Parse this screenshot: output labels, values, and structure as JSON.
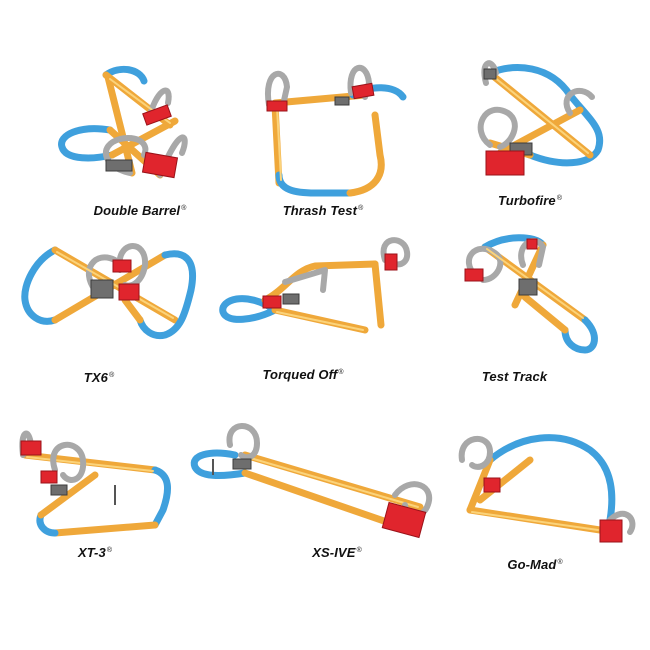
{
  "track_sets": [
    {
      "name": "Double Barrel",
      "mark": "®"
    },
    {
      "name": "Thrash Test",
      "mark": "®"
    },
    {
      "name": "Turbofire",
      "mark": "®"
    },
    {
      "name": "TX6",
      "mark": "®"
    },
    {
      "name": "Torqued Off",
      "mark": "®"
    },
    {
      "name": "Test Track",
      "mark": ""
    },
    {
      "name": "XT-3",
      "mark": "®"
    },
    {
      "name": "XS-IVE",
      "mark": "®"
    },
    {
      "name": "Go-Mad",
      "mark": "®"
    }
  ],
  "colors": {
    "track_orange": "#efa83a",
    "track_blue": "#3fa0dd",
    "loop_gray": "#a8a8a8",
    "booster_red": "#e0252d",
    "label_text": "#111111"
  }
}
